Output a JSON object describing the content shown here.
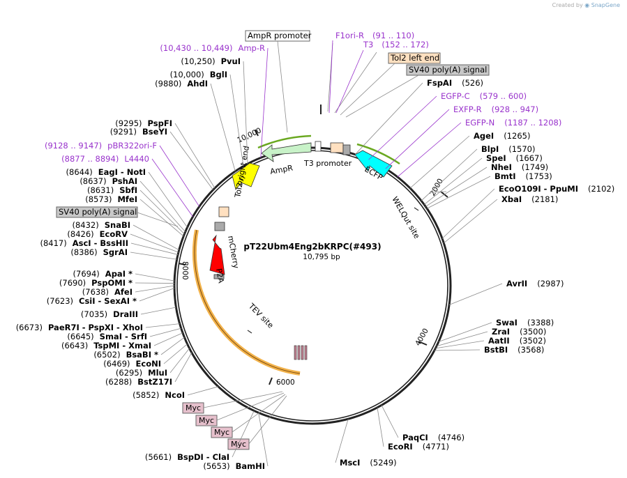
{
  "credit": {
    "prefix": "Created by",
    "brand": "SnapGene"
  },
  "plasmid": {
    "name": "pT22Ubm4Eng2bKRPC(#493)",
    "length": "10,795 bp"
  },
  "ticks": [
    "2000",
    "4000",
    "6000",
    "8000",
    "10,000"
  ],
  "features": [
    {
      "name": "AmpR",
      "color": "#c8f2c8"
    },
    {
      "name": "ori",
      "color": "#ffff00"
    },
    {
      "name": "ECFP",
      "color": "#00ffff"
    },
    {
      "name": "mCherry",
      "color": "#ff0000"
    },
    {
      "name": "T3 promoter",
      "color": "#ffffff"
    },
    {
      "name": "Tol2 right end",
      "color": "#ffe0c0"
    },
    {
      "name": "WELQut site",
      "color": "#000000"
    },
    {
      "name": "TEV site",
      "color": "#000000"
    },
    {
      "name": "P2A",
      "color": "#aaaaaa"
    }
  ],
  "top_boxes": [
    {
      "text": "AmpR promoter",
      "fill": "#ffffff"
    },
    {
      "text": "Tol2 left end",
      "fill": "#ffe0c0"
    },
    {
      "text": "SV40 poly(A) signal",
      "fill": "#c8c8c8"
    }
  ],
  "left_box": {
    "text": "SV40 poly(A) signal",
    "fill": "#c8c8c8"
  },
  "myc_tags": [
    "Myc",
    "Myc",
    "Myc",
    "Myc"
  ],
  "right_labels": [
    {
      "kind": "site",
      "enzyme": "FspAI",
      "pos": "(526)"
    },
    {
      "kind": "primer",
      "name": "EGFP-C",
      "pos": "(579 .. 600)"
    },
    {
      "kind": "primer",
      "name": "EXFP-R",
      "pos": "(928 .. 947)"
    },
    {
      "kind": "primer",
      "name": "EGFP-N",
      "pos": "(1187 .. 1208)"
    },
    {
      "kind": "site",
      "enzyme": "AgeI",
      "pos": "(1265)"
    },
    {
      "kind": "site",
      "enzyme": "BlpI",
      "pos": "(1570)"
    },
    {
      "kind": "site",
      "enzyme": "SpeI",
      "pos": "(1667)"
    },
    {
      "kind": "site",
      "enzyme": "NheI",
      "pos": "(1749)"
    },
    {
      "kind": "site",
      "enzyme": "BmtI",
      "pos": "(1753)"
    },
    {
      "kind": "site",
      "enzyme": "EcoO109I - PpuMI",
      "pos": "(2102)"
    },
    {
      "kind": "site",
      "enzyme": "XbaI",
      "pos": "(2181)"
    },
    {
      "kind": "site",
      "enzyme": "AvrII",
      "pos": "(2987)"
    },
    {
      "kind": "site",
      "enzyme": "SwaI",
      "pos": "(3388)"
    },
    {
      "kind": "site",
      "enzyme": "ZraI",
      "pos": "(3500)"
    },
    {
      "kind": "site",
      "enzyme": "AatII",
      "pos": "(3502)"
    },
    {
      "kind": "site",
      "enzyme": "BstBI",
      "pos": "(3568)"
    },
    {
      "kind": "site",
      "enzyme": "PaqCI",
      "pos": "(4746)"
    },
    {
      "kind": "site",
      "enzyme": "EcoRI",
      "pos": "(4771)"
    },
    {
      "kind": "site",
      "enzyme": "MscI",
      "pos": "(5249)"
    }
  ],
  "top_primers": [
    {
      "name": "F1ori-R",
      "pos": "(91 .. 110)"
    },
    {
      "name": "T3",
      "pos": "(152 .. 172)"
    }
  ],
  "left_labels": [
    {
      "kind": "primer",
      "name": "Amp-R",
      "pos": "(10,430 .. 10,449)"
    },
    {
      "kind": "site",
      "enzyme": "PvuI",
      "pos": "(10,250)"
    },
    {
      "kind": "site",
      "enzyme": "BglI",
      "pos": "(10,000)"
    },
    {
      "kind": "site",
      "enzyme": "AhdI",
      "pos": "(9880)"
    },
    {
      "kind": "site",
      "enzyme": "PspFI",
      "pos": "(9295)"
    },
    {
      "kind": "site",
      "enzyme": "BseYI",
      "pos": "(9291)"
    },
    {
      "kind": "primer",
      "name": "pBR322ori-F",
      "pos": "(9128 .. 9147)"
    },
    {
      "kind": "primer",
      "name": "L4440",
      "pos": "(8877 .. 8894)"
    },
    {
      "kind": "site",
      "enzyme": "EagI - NotI",
      "pos": "(8644)"
    },
    {
      "kind": "site",
      "enzyme": "PshAI",
      "pos": "(8637)"
    },
    {
      "kind": "site",
      "enzyme": "SbfI",
      "pos": "(8631)"
    },
    {
      "kind": "site",
      "enzyme": "MfeI",
      "pos": "(8573)"
    },
    {
      "kind": "site",
      "enzyme": "SnaBI",
      "pos": "(8432)"
    },
    {
      "kind": "site",
      "enzyme": "EcoRV",
      "pos": "(8426)"
    },
    {
      "kind": "site",
      "enzyme": "AscI - BssHII",
      "pos": "(8417)"
    },
    {
      "kind": "site",
      "enzyme": "SgrAI",
      "pos": "(8386)"
    },
    {
      "kind": "site",
      "enzyme": "ApaI *",
      "pos": "(7694)"
    },
    {
      "kind": "site",
      "enzyme": "PspOMI *",
      "pos": "(7690)"
    },
    {
      "kind": "site",
      "enzyme": "AfeI",
      "pos": "(7638)"
    },
    {
      "kind": "site",
      "enzyme": "CsiI - SexAI *",
      "pos": "(7623)"
    },
    {
      "kind": "site",
      "enzyme": "DraIII",
      "pos": "(7035)"
    },
    {
      "kind": "site",
      "enzyme": "PaeR7I - PspXI - XhoI",
      "pos": "(6673)"
    },
    {
      "kind": "site",
      "enzyme": "SmaI - SrfI",
      "pos": "(6645)"
    },
    {
      "kind": "site",
      "enzyme": "TspMI - XmaI",
      "pos": "(6643)"
    },
    {
      "kind": "site",
      "enzyme": "BsaBI *",
      "pos": "(6502)"
    },
    {
      "kind": "site",
      "enzyme": "EcoNI",
      "pos": "(6469)"
    },
    {
      "kind": "site",
      "enzyme": "MluI",
      "pos": "(6295)"
    },
    {
      "kind": "site",
      "enzyme": "BstZ17I",
      "pos": "(6288)"
    },
    {
      "kind": "site",
      "enzyme": "NcoI",
      "pos": "(5852)"
    },
    {
      "kind": "site",
      "enzyme": "BspDI - ClaI",
      "pos": "(5661)"
    },
    {
      "kind": "site",
      "enzyme": "BamHI",
      "pos": "(5653)"
    }
  ]
}
